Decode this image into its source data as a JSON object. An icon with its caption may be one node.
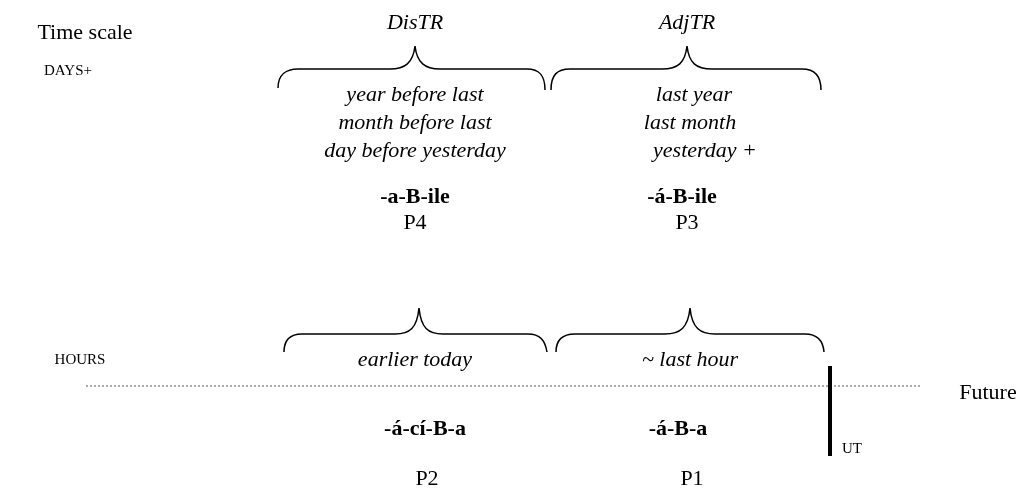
{
  "diagram": {
    "labels": [
      "Time scale",
      "DisTR",
      "AdjTR",
      "DAYS+",
      "year before last",
      "month before last",
      "day before yesterday",
      "last year",
      "last month",
      "yesterday +",
      "-a-B-ile",
      "P4",
      "-á-B-ile",
      "P3",
      "HOURS",
      "earlier today",
      "~ last hour",
      "Future",
      "-á-cí-B-a",
      "-á-B-a",
      "UT",
      "P2",
      "P1"
    ]
  }
}
